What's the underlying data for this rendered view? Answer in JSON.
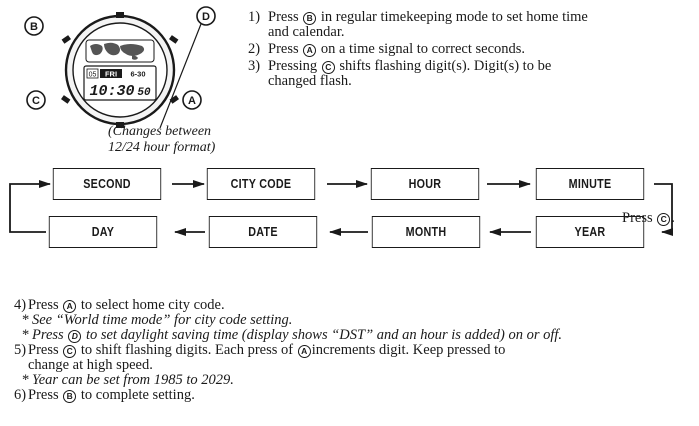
{
  "watch": {
    "button_top_left": "B",
    "button_top_right": "D",
    "button_bottom_left": "C",
    "button_bottom_right": "A",
    "display_top_left": "05",
    "display_day": "FRI",
    "display_date": "6-30",
    "display_time": "10:30",
    "display_seconds": "50",
    "changes_note_line1": "(Changes between",
    "changes_note_line2": "12/24 hour format)"
  },
  "instructions": [
    {
      "num": "1)",
      "before": "Press",
      "button": "B",
      "after": "in regular timekeeping mode to set home time",
      "line2": "and calendar."
    },
    {
      "num": "2)",
      "before": "Press",
      "button": "A",
      "after": "on a time signal to correct seconds.",
      "line2": ""
    },
    {
      "num": "3)",
      "before": "Pressing",
      "button": "C",
      "after": "shifts flashing digit(s). Digit(s) to be",
      "line2": "changed flash."
    }
  ],
  "flow": {
    "top_row": [
      "SECOND",
      "CITY CODE",
      "HOUR",
      "MINUTE"
    ],
    "bottom_row": [
      "DAY",
      "DATE",
      "MONTH",
      "YEAR"
    ],
    "press_label": "Press",
    "press_button": "C",
    "press_suffix": "."
  },
  "notes": {
    "step4": {
      "num": "4)",
      "before": "Press",
      "button": "A",
      "after": "to select home city code."
    },
    "sub4a": {
      "text": "See “World time mode” for city code setting."
    },
    "sub4b": {
      "before": "Press",
      "button": "D",
      "after": "to set daylight saving time (display shows “DST” and an hour is added) on or off."
    },
    "step5": {
      "num": "5)",
      "before": "Press",
      "button": "C",
      "middle": "to shift flashing digits. Each press of",
      "button2": "A",
      "after": "increments digit. Keep pressed to",
      "line2": "change at high speed."
    },
    "sub5a": {
      "text": "Year can be set from 1985 to 2029."
    },
    "step6": {
      "num": "6)",
      "before": "Press",
      "button": "B",
      "after": "to complete setting."
    }
  }
}
